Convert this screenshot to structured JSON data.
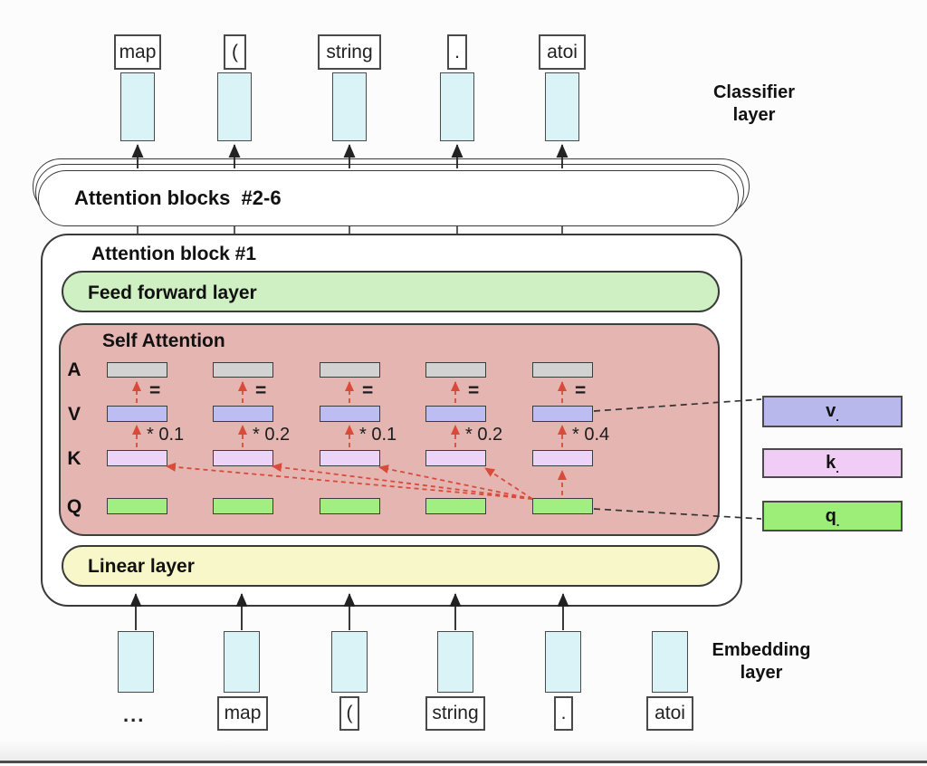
{
  "classifier_label": "Classifier\nlayer",
  "embedding_label": "Embedding\nlayer",
  "top_tokens": [
    "map",
    "(",
    "string",
    ".",
    "atoi"
  ],
  "bottom_tokens": [
    "...",
    "map",
    "(",
    "string",
    ".",
    "atoi"
  ],
  "attention_blocks_2_6": {
    "label": "Attention blocks  #2-6"
  },
  "attention_block_1": {
    "label": "Attention block #1"
  },
  "feed_forward": {
    "label": "Feed forward layer"
  },
  "self_attention": {
    "title": "Self Attention",
    "row_labels": [
      "A",
      "V",
      "K",
      "Q"
    ],
    "equals_sign": "=",
    "weights": [
      "* 0.1",
      "* 0.2",
      "* 0.1",
      "* 0.2",
      "* 0.4"
    ]
  },
  "linear": {
    "label": "Linear layer"
  },
  "legend": {
    "v_label": "v",
    "k_label": "k",
    "q_label": "q",
    "subscript": "."
  },
  "colors": {
    "embedding_fill": "#d9f3f6",
    "feed_forward_fill": "#cff0c2",
    "self_attention_fill": "#e5b5b2",
    "linear_fill": "#f8f7c9",
    "a_fill": "#d2d2d2",
    "v_fill": "#bdbdf3",
    "k_fill": "#eed3f8",
    "q_fill": "#a2ee81",
    "legend_v_fill": "#b8b8ec",
    "legend_k_fill": "#efcdf4",
    "legend_q_fill": "#9dee78",
    "arrow_red": "#d84b3a",
    "line_dark": "#333333"
  }
}
